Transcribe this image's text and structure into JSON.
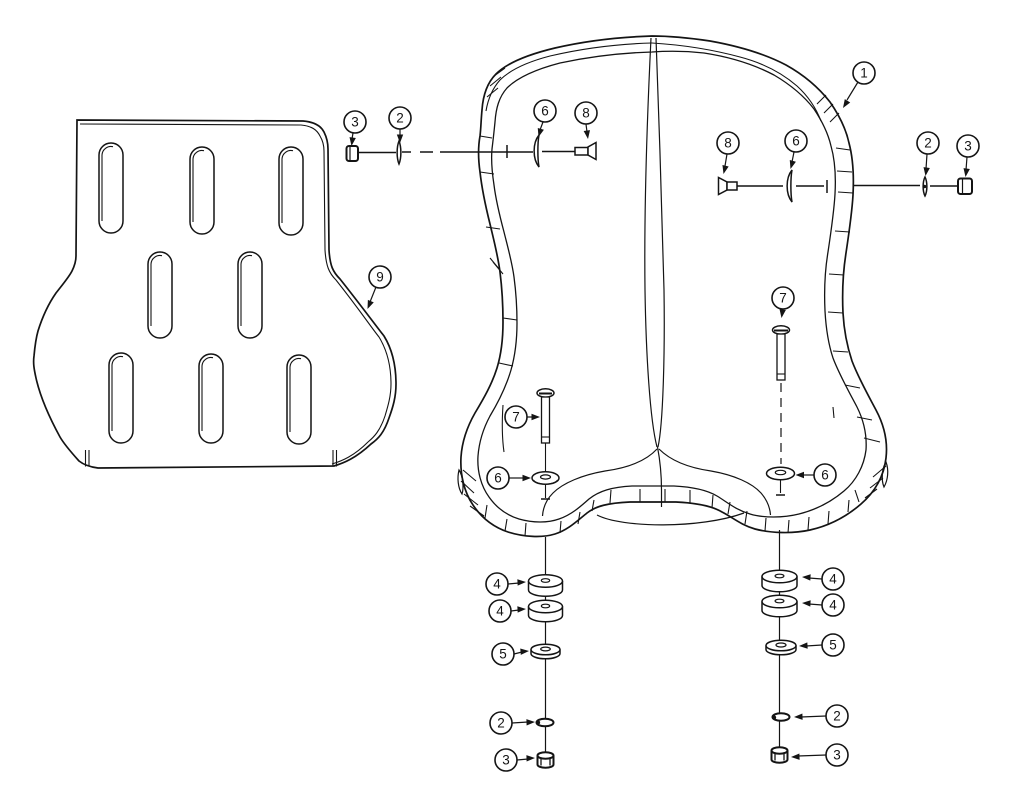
{
  "palette": {
    "line_color": "#141414",
    "background_color": "#ffffff"
  },
  "parts": {
    "n1": "1",
    "n2": "2",
    "n3": "3",
    "n4": "4",
    "n5": "5",
    "n6": "6",
    "n7": "7",
    "n8": "8",
    "n9": "9"
  }
}
